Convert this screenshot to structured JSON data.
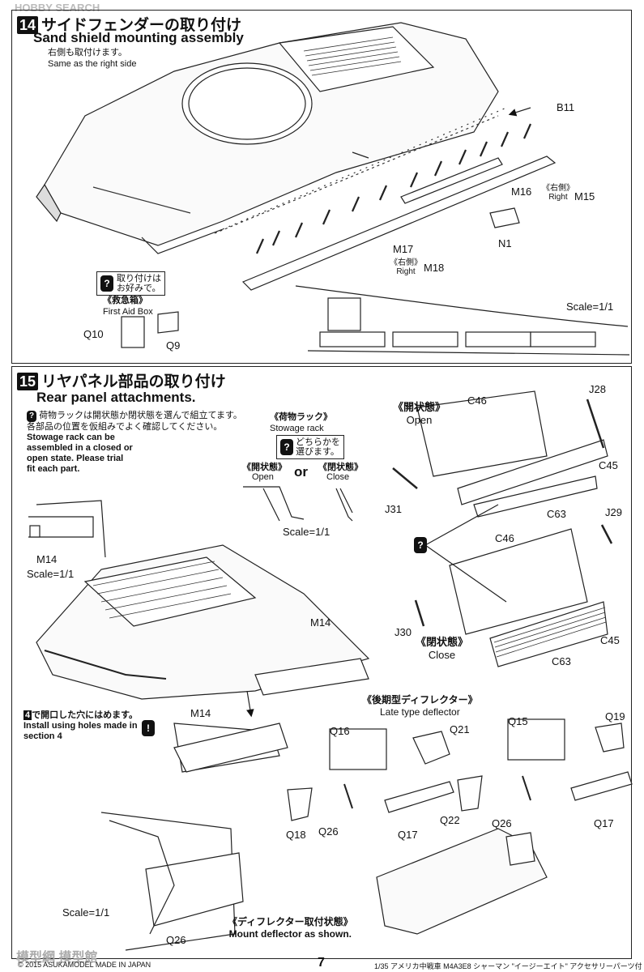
{
  "header": {
    "watermark": "HOBBY SEARCH"
  },
  "step14": {
    "number": "14",
    "title_jp": "サイドフェンダーの取り付け",
    "title_en": "Sand shield mounting assembly",
    "note_jp": "右側も取付けます。",
    "note_en": "Same as the right side",
    "notice_jp_line1": "取り付けは",
    "notice_jp_line2": "お好みで。",
    "first_aid_jp": "《救急箱》",
    "first_aid_en": "First Aid Box",
    "parts": {
      "b11": "B11",
      "m16": "M16",
      "right_jp_a": "《右側》",
      "right_a": "Right",
      "m15": "M15",
      "n1": "N1",
      "m17": "M17",
      "right_jp_b": "《右側》",
      "right_b": "Right",
      "m18": "M18",
      "q10": "Q10",
      "q9": "Q9"
    },
    "scale": "Scale=1/1"
  },
  "step15": {
    "number": "15",
    "title_jp": "リヤパネル部品の取り付け",
    "title_en": "Rear panel attachments.",
    "note_jp_1": "荷物ラックは開状態か閉状態を選んで組立てます。",
    "note_jp_2": "各部品の位置を仮組みでよく確認してください。",
    "note_en_1": "Stowage rack can be",
    "note_en_2": "assembled in a closed or",
    "note_en_3": "open state. Please trial",
    "note_en_4": "fit each part.",
    "rack_jp": "《荷物ラック》",
    "rack_en": "Stowage rack",
    "choose_jp_1": "どちらかを",
    "choose_jp_2": "選びます。",
    "open_jp": "《開状態》",
    "open_en": "Open",
    "or": "or",
    "close_jp": "《閉状態》",
    "close_en": "Close",
    "scale_a": "Scale=1/1",
    "m14_label": "M14",
    "scale_b": "Scale=1/1",
    "open_jp_big": "《開状態》",
    "open_en_big": "Open",
    "close_jp_big": "《閉状態》",
    "close_en_big": "Close",
    "parts": {
      "c46a": "C46",
      "j28": "J28",
      "c45a": "C45",
      "j31": "J31",
      "c63a": "C63",
      "j29": "J29",
      "c46b": "C46",
      "j30": "J30",
      "c45b": "C45",
      "c63b": "C63",
      "m14a": "M14",
      "m14b": "M14",
      "q16": "Q16",
      "q21": "Q21",
      "q15": "Q15",
      "q19": "Q19",
      "q18": "Q18",
      "q26a": "Q26",
      "q17a": "Q17",
      "q22": "Q22",
      "q26b": "Q26",
      "q17b": "Q17",
      "q26c": "Q26"
    },
    "sec4_num": "4",
    "sec4_jp": "で開口した穴にはめます。",
    "sec4_en_1": "Install using holes made in",
    "sec4_en_2": "section 4",
    "deflector_jp": "《後期型ディフレクター》",
    "deflector_en": "Late type deflector",
    "mount_jp": "《ディフレクター取付状態》",
    "mount_en": "Mount deflector as shown.",
    "scale_c": "Scale=1/1"
  },
  "footer": {
    "copyright": "© 2015 ASUKAMODEL  MADE IN JAPAN",
    "page": "7",
    "product": "1/35 アメリカ中戦車 M4A3E8 シャーマン \"イージーエイト\" アクセサリーパーツ付",
    "wm_bottom": "模型網 摸型館"
  }
}
